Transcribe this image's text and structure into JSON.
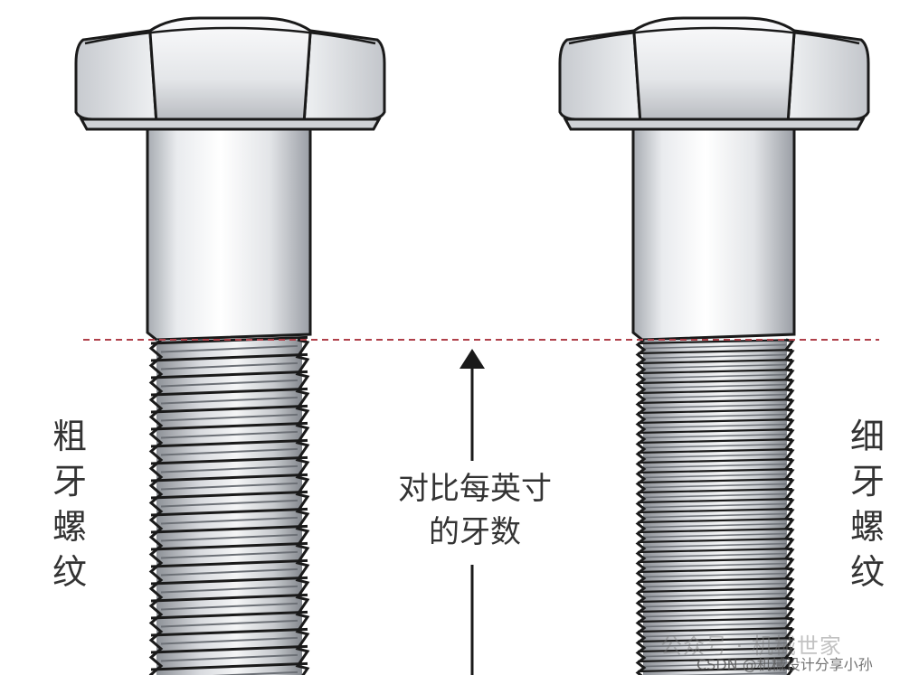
{
  "labels": {
    "coarse": [
      "粗",
      "牙",
      "螺",
      "纹"
    ],
    "fine": [
      "细",
      "牙",
      "螺",
      "纹"
    ],
    "center": [
      "对比每英寸",
      "的牙数"
    ]
  },
  "watermark": {
    "top": "公众号 · 机械世家",
    "bottom": "CSDN @机械设计分享小孙"
  },
  "colors": {
    "outline": "#1a1a1a",
    "metal_light": "#f2f3f5",
    "metal_mid": "#d6d8dc",
    "metal_dark": "#9fa3a9",
    "reference_line": "#b0404a",
    "text": "#333333"
  },
  "bolts": [
    {
      "name": "coarse-thread-bolt",
      "thread_type": "coarse"
    },
    {
      "name": "fine-thread-bolt",
      "thread_type": "fine"
    }
  ]
}
